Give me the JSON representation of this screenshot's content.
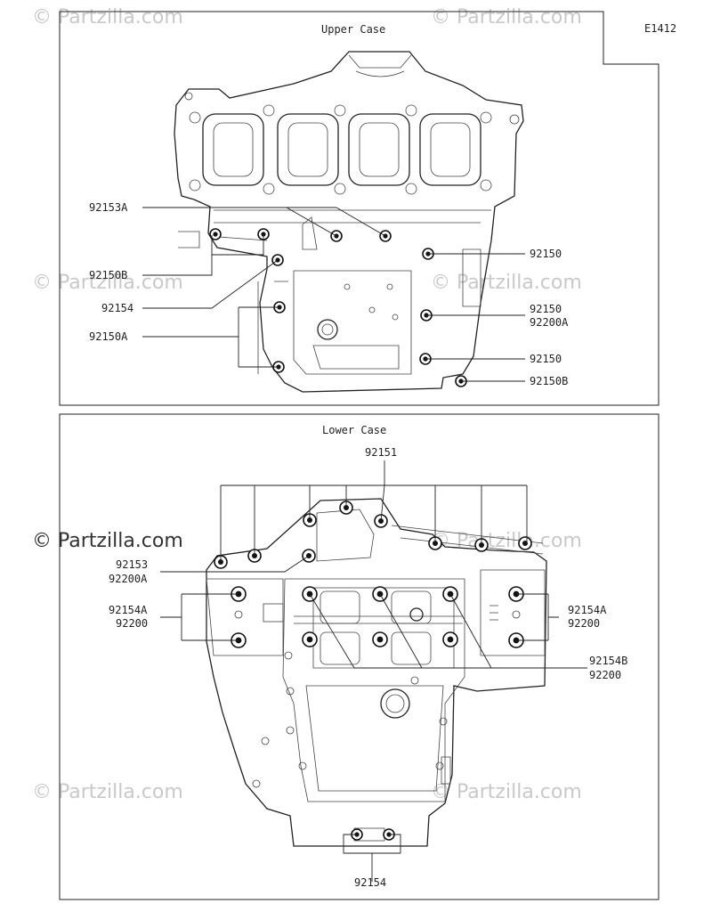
{
  "diagram_code": "E1412",
  "upper_case": {
    "title": "Upper Case",
    "callouts": [
      "92153A",
      "92150B",
      "92154",
      "92150A",
      "92150",
      "92150",
      "92200A",
      "92150",
      "92150B"
    ]
  },
  "lower_case": {
    "title": "Lower Case",
    "callouts": [
      "92151",
      "92153",
      "92200A",
      "92154A",
      "92200",
      "92154A",
      "92200",
      "92154B",
      "92200",
      "92154"
    ]
  },
  "watermark": {
    "text": "Partzilla.com",
    "symbol": "©"
  }
}
